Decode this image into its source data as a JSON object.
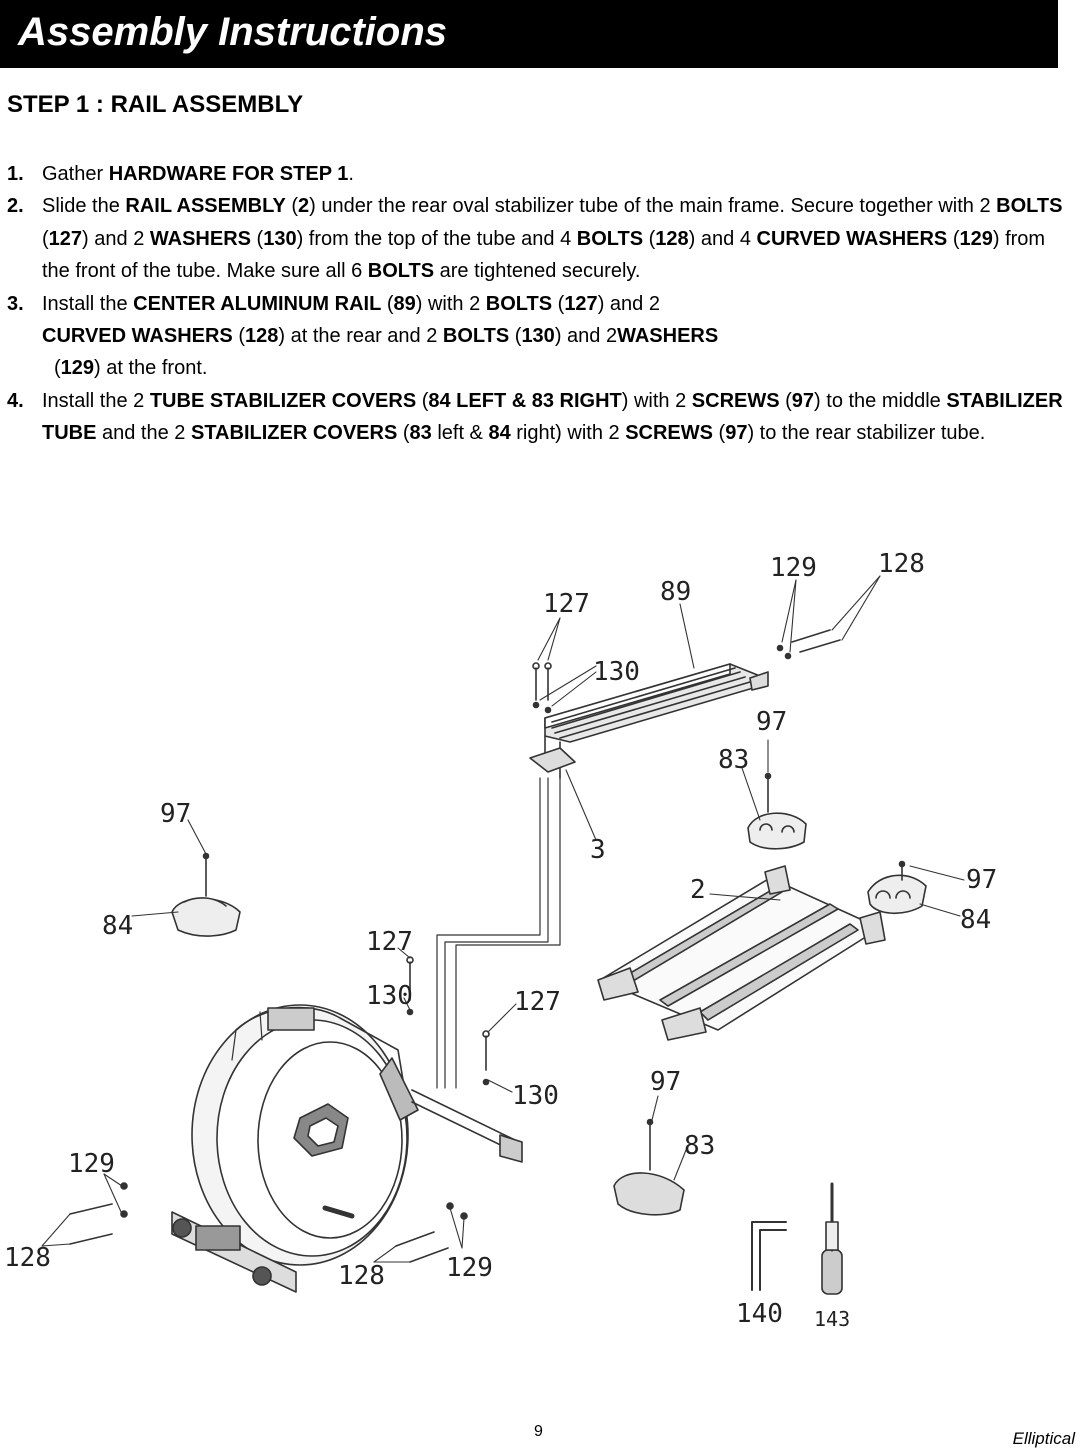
{
  "header": {
    "title": "Assembly Instructions"
  },
  "step": {
    "title": "STEP 1 : RAIL ASSEMBLY"
  },
  "steps": {
    "s1": {
      "num": "1.",
      "t1": "Gather ",
      "b1": "HARDWARE FOR STEP 1",
      "t2": "."
    },
    "s2": {
      "num": "2.",
      "t1": "Slide the ",
      "b1": "RAIL ASSEMBLY",
      "t2": " (",
      "b2": "2",
      "t3": ") under the rear oval stabilizer tube of the main frame. Secure together with 2 ",
      "b3": "BOLTS",
      "t4": " (",
      "b4": "127",
      "t5": ") and 2 ",
      "b5": "WASHERS",
      "t6": " (",
      "b6": "130",
      "t7": ") from the top of the tube and 4 ",
      "b7": "BOLTS",
      "t8": " (",
      "b8": "128",
      "t9": ") and 4 ",
      "b9": "CURVED WASHERS",
      "t10": " (",
      "b10": "129",
      "t11": ") from the front of the tube. Make sure all 6 ",
      "b11": "BOLTS",
      "t12": " are tightened securely."
    },
    "s3": {
      "num": "3.",
      "t1": "Install the ",
      "b1": "CENTER ALUMINUM RAIL",
      "t2": " (",
      "b2": "89",
      "t3": ") with 2 ",
      "b3": "BOLTS",
      "t4": " (",
      "b4": "127",
      "t5": ") and 2 ",
      "b5": "CURVED WASHERS",
      "t6": " (",
      "b6": "128",
      "t7": ") at the rear and 2 ",
      "b7": "BOLTS",
      "t8": " (",
      "b8": "130",
      "t9": ") and 2",
      "b9": "WASHERS",
      "t10": "(",
      "b10": "129",
      "t11": ") at the front."
    },
    "s4": {
      "num": "4.",
      "t1": "Install the 2 ",
      "b1": "TUBE STABILIZER COVERS",
      "t2": " (",
      "b2": "84 LEFT & 83 RIGHT",
      "t3": ") with 2 ",
      "b3": "SCREWS",
      "t4": " (",
      "b4": "97",
      "t5": ") to the middle ",
      "b5": "STABILIZER TUBE",
      "t6": " and the 2 ",
      "b6": "STABILIZER COVERS",
      "t7": " (",
      "b7": "83",
      "t8": " left & ",
      "b8": "84",
      "t9": " right) with 2 ",
      "b9": "SCREWS",
      "t10": " (",
      "b10": "97",
      "t11": ") to the rear stabilizer tube."
    }
  },
  "diagram": {
    "labels": {
      "l127a": "127",
      "l89": "89",
      "l129a": "129",
      "l128a": "128",
      "l130a": "130",
      "l97a": "97",
      "l83a": "83",
      "l3": "3",
      "l2": "2",
      "l97b": "97",
      "l84a": "84",
      "l97c": "97",
      "l84b": "84",
      "l127b": "127",
      "l130b": "130",
      "l127c": "127",
      "l130c": "130",
      "l97d": "97",
      "l83b": "83",
      "l129b": "129",
      "l128b": "128",
      "l128c": "128",
      "l129c": "129",
      "l140": "140",
      "l143": "143"
    }
  },
  "footer": {
    "page_number": "9",
    "label": "Elliptical"
  }
}
